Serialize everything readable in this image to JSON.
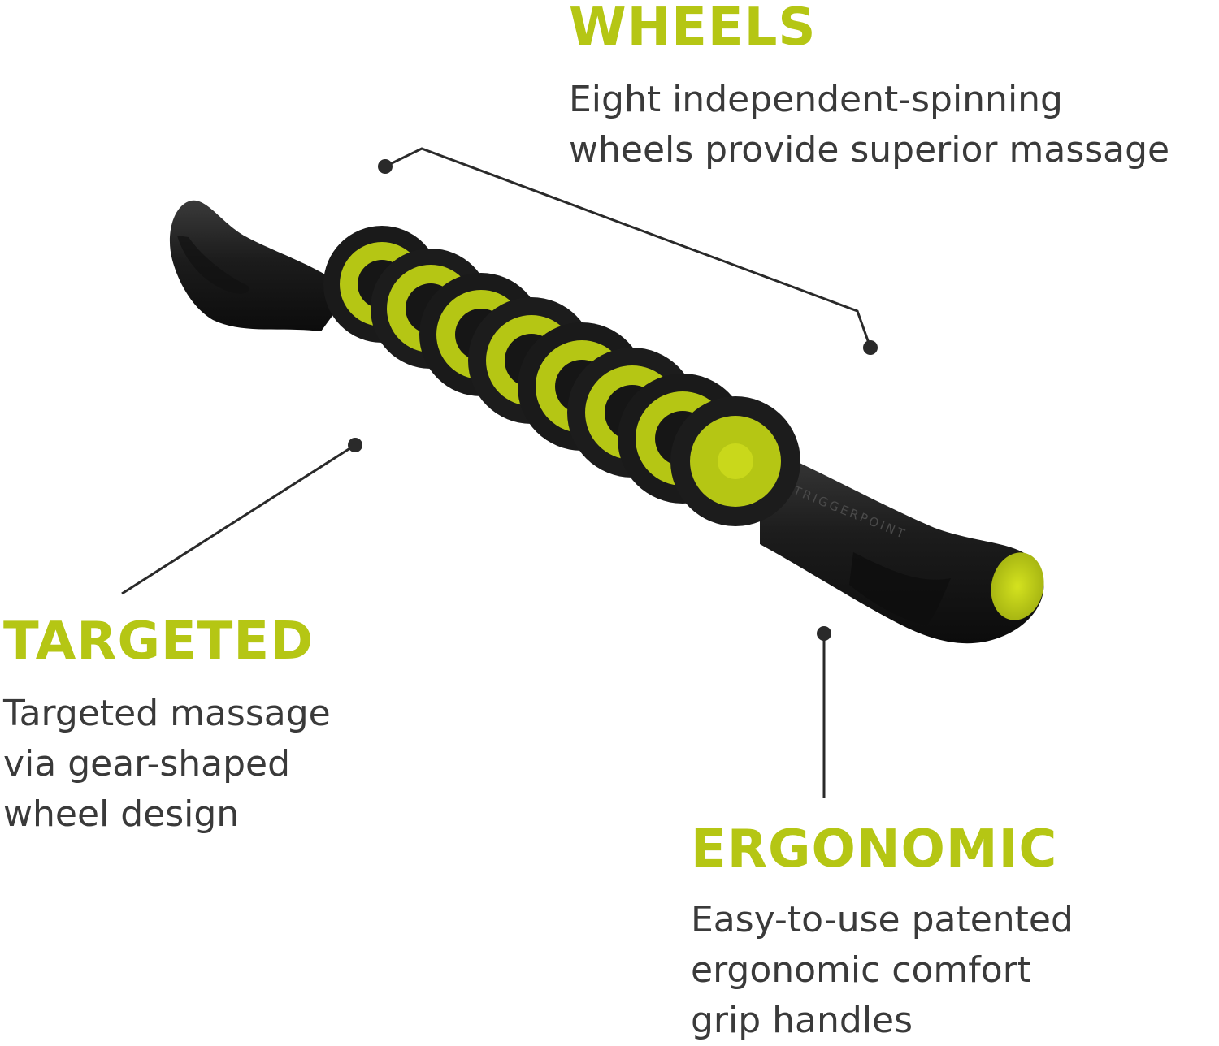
{
  "accent_color": "#b5c614",
  "product_color": "#1f1f1f",
  "product": {
    "brand_mark": "TRIGGERPOINT"
  },
  "callouts": {
    "wheels": {
      "title": "WHEELS",
      "lines": [
        "Eight independent-spinning",
        "wheels provide superior massage"
      ]
    },
    "targeted": {
      "title": "TARGETED",
      "lines": [
        "Targeted massage",
        "via gear-shaped",
        "wheel design"
      ]
    },
    "ergonomic": {
      "title": "ERGONOMIC",
      "lines": [
        "Easy-to-use patented",
        "ergonomic comfort",
        "grip handles"
      ]
    }
  }
}
